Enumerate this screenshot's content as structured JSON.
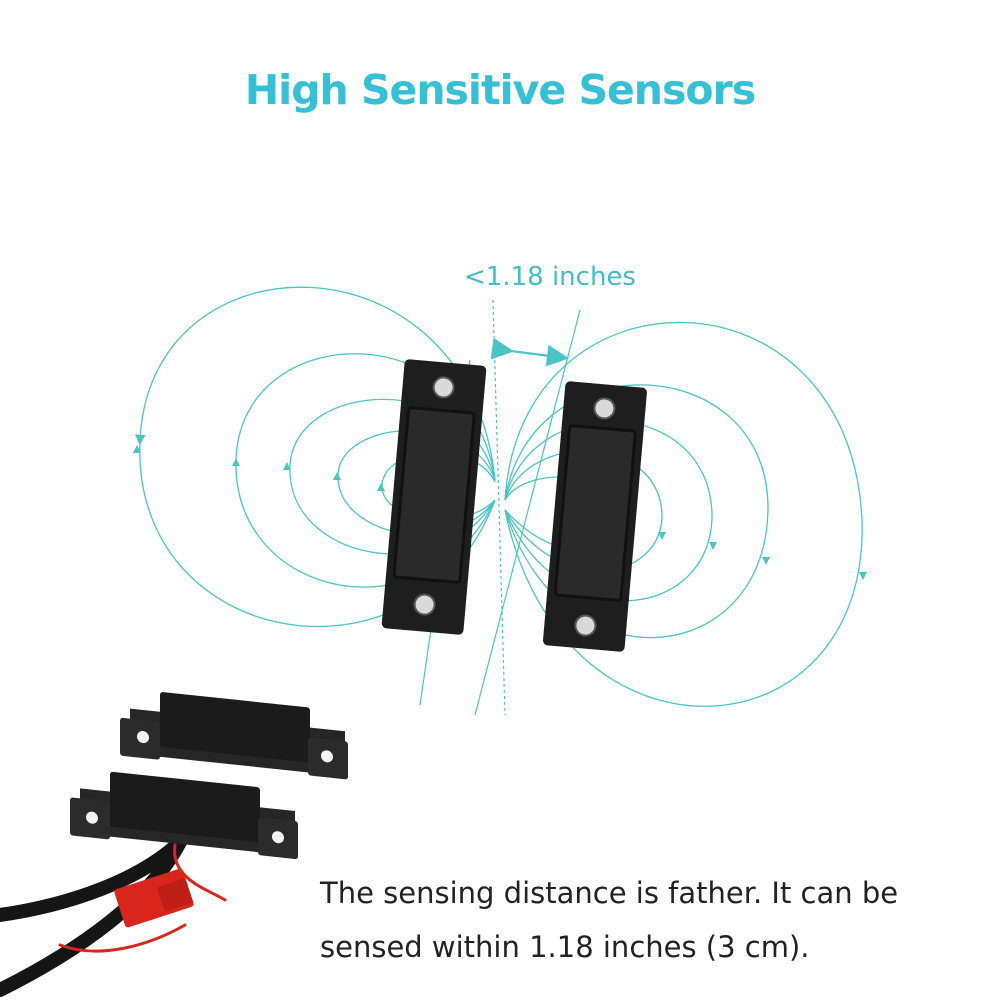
{
  "headline": "High Sensitive Sensors",
  "diagram": {
    "distance_label": "<1.18 inches",
    "field_line_color": "#4cc3c4",
    "sensor_color": "#1e1e1e"
  },
  "caption": {
    "line1": "The sensing distance is father. It can be",
    "line2": "sensed within 1.18 inches (3 cm)."
  },
  "accent_color": "#35c0d6",
  "wire_plug_color": "#d8261c"
}
